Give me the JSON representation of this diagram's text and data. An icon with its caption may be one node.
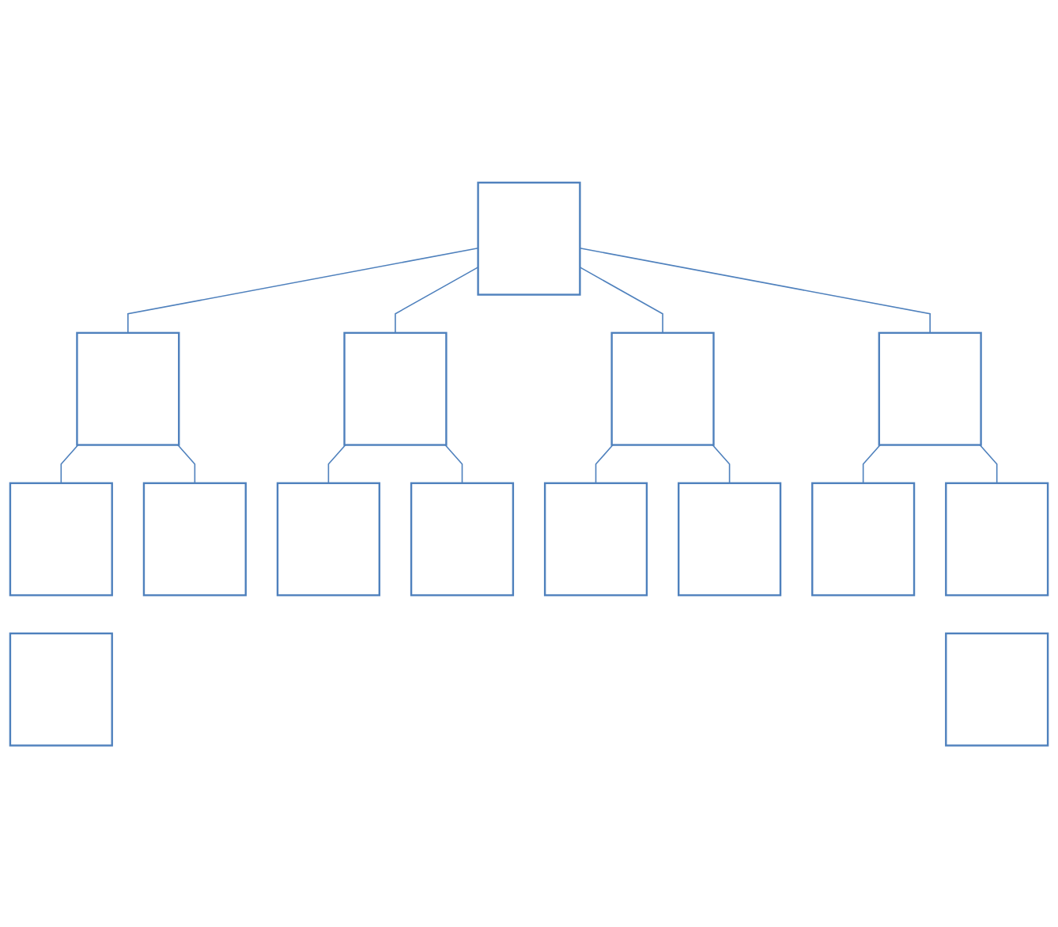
{
  "diagram": {
    "nodes": [
      {
        "text": [],
        "shape": "box"
      },
      {
        "text": [],
        "shape": "box"
      },
      {
        "text": [],
        "shape": "box"
      },
      {
        "text": [],
        "shape": "box"
      },
      {
        "text": [],
        "shape": "box"
      },
      {
        "text": [],
        "shape": "box"
      },
      {
        "text": [],
        "shape": "box"
      },
      {
        "text": [],
        "shape": "box"
      },
      {
        "text": [],
        "shape": "box"
      },
      {
        "text": [],
        "shape": "box"
      },
      {
        "text": [],
        "shape": "box"
      },
      {
        "text": [],
        "shape": "box"
      },
      {
        "text": [],
        "shape": "box"
      },
      {
        "text": [],
        "shape": "box"
      },
      {
        "text": [],
        "shape": "box"
      }
    ],
    "edges": [
      {
        "from": 0,
        "to": 1,
        "arrow": "none"
      },
      {
        "from": 0,
        "to": 2,
        "arrow": "none"
      },
      {
        "from": 0,
        "to": 3,
        "arrow": "none"
      },
      {
        "from": 0,
        "to": 4,
        "arrow": "none"
      },
      {
        "from": 1,
        "to": 5,
        "arrow": "none"
      },
      {
        "from": 1,
        "to": 6,
        "arrow": "none"
      },
      {
        "from": 2,
        "to": 7,
        "arrow": "none"
      },
      {
        "from": 2,
        "to": 8,
        "arrow": "none"
      },
      {
        "from": 3,
        "to": 9,
        "arrow": "none"
      },
      {
        "from": 3,
        "to": 10,
        "arrow": "none"
      },
      {
        "from": 4,
        "to": 11,
        "arrow": "none"
      },
      {
        "from": 4,
        "to": 12,
        "arrow": "none"
      }
    ]
  }
}
